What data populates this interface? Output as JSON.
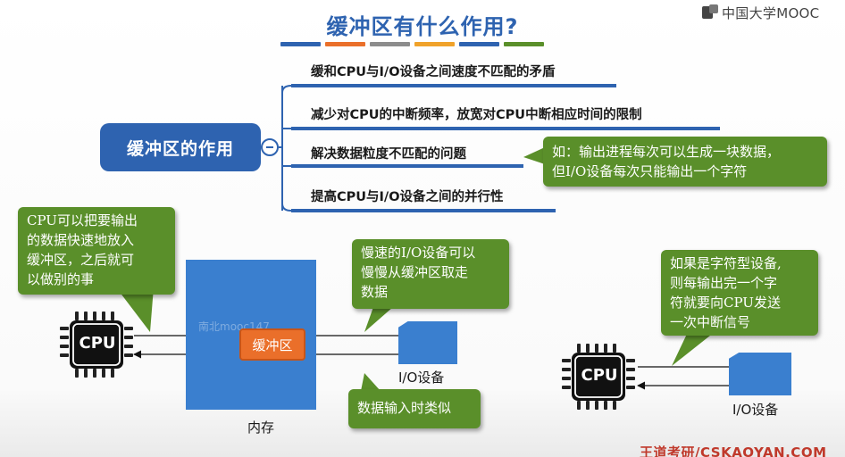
{
  "page_title": "缓冲区有什么作用?",
  "color_bars": [
    "#2e63b0",
    "#ea6f2a",
    "#8c8c8c",
    "#f0a22a",
    "#2e63b0",
    "#5a8f2a"
  ],
  "logo_text": "中国大学MOOC",
  "mindmap": {
    "root": "缓冲区的作用",
    "branches": [
      "缓和CPU与I/O设备之间速度不匹配的矛盾",
      "减少对CPU的中断频率，放宽对CPU中断相应时间的限制",
      "解决数据粒度不匹配的问题",
      "提高CPU与I/O设备之间的并行性"
    ]
  },
  "callouts": {
    "granularity_example": [
      "如：输出进程每次可以生成一块数据，",
      "但I/O设备每次只能输出一个字符"
    ],
    "cpu_note": [
      "CPU可以把要输出",
      "的数据快速地放入",
      "缓冲区，之后就可",
      "以做别的事"
    ],
    "slow_io_note": [
      "慢速的I/O设备可以",
      "慢慢从缓冲区取走",
      "数据"
    ],
    "input_note": [
      "数据输入时类似"
    ],
    "char_device_note": [
      "如果是字符型设备,",
      "则每输出完一个字",
      "符就要向CPU发送",
      "一次中断信号"
    ]
  },
  "diagram": {
    "cpu_label": "CPU",
    "buffer_label": "缓冲区",
    "memory_label": "内存",
    "io_label": "I/O设备",
    "watermark": "南北mooc147"
  },
  "footer_text": "王道考研/CSKAOYAN.COM"
}
